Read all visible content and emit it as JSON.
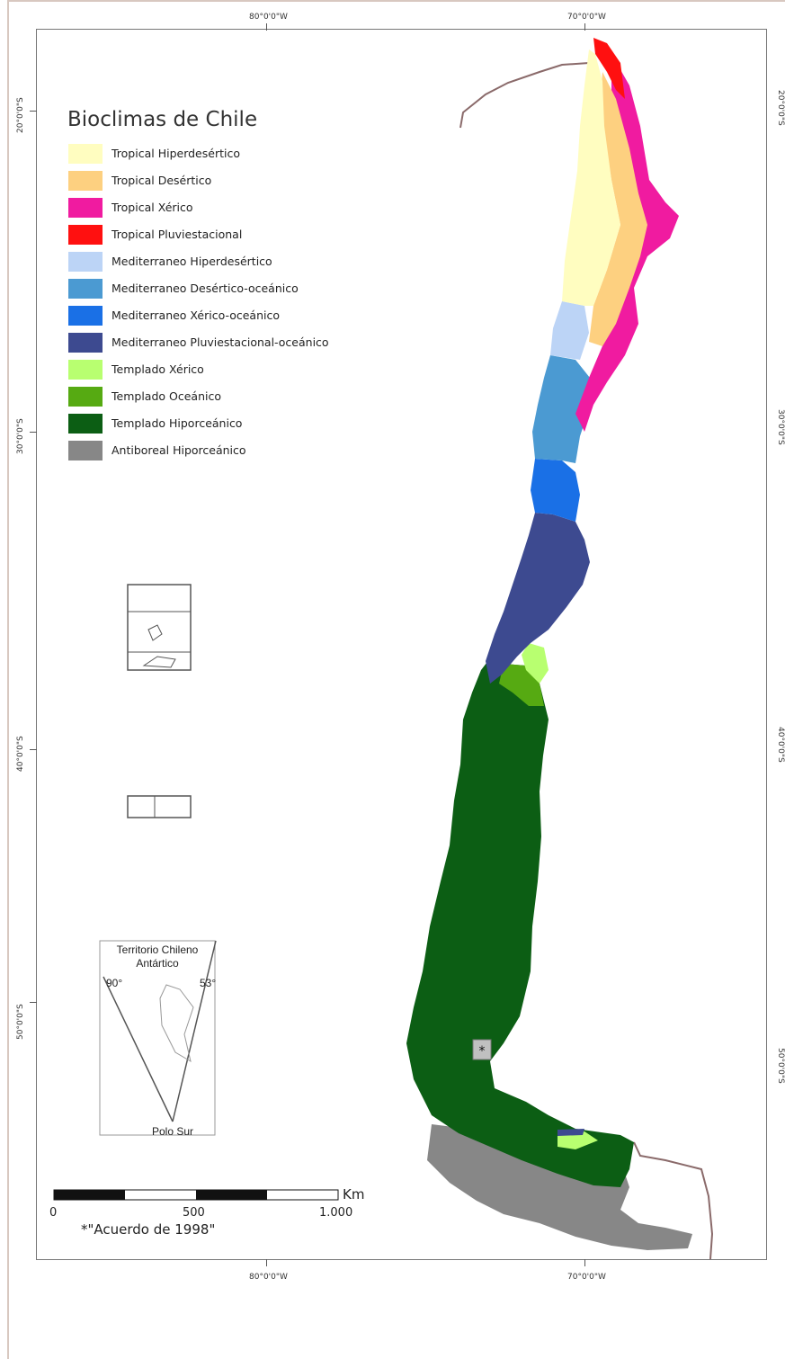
{
  "legend": {
    "title": "Bioclimas de Chile",
    "items": [
      {
        "label": "Tropical Hiperdesértico",
        "color": "#fffdc0"
      },
      {
        "label": "Tropical Desértico",
        "color": "#fdd080"
      },
      {
        "label": "Tropical Xérico",
        "color": "#f01ba0"
      },
      {
        "label": "Tropical Pluviestacional",
        "color": "#ff1010"
      },
      {
        "label": "Mediterraneo Hiperdesértico",
        "color": "#bcd4f6"
      },
      {
        "label": "Mediterraneo Desértico-oceánico",
        "color": "#4b9ad2"
      },
      {
        "label": "Mediterraneo Xérico-oceánico",
        "color": "#1a70e6"
      },
      {
        "label": "Mediterraneo Pluviestacional-oceánico",
        "color": "#3d4a90"
      },
      {
        "label": "Templado Xérico",
        "color": "#b8ff70"
      },
      {
        "label": "Templado Oceánico",
        "color": "#56aa12"
      },
      {
        "label": "Templado Hiporceánico",
        "color": "#0c5e14"
      },
      {
        "label": "Antiboreal Hiporceánico",
        "color": "#878787"
      }
    ]
  },
  "coords": {
    "top_80": "80°0'0\"W",
    "top_70": "70°0'0\"W",
    "bottom_80": "80°0'0\"W",
    "bottom_70": "70°0'0\"W",
    "left_20": "20°0'0\"S",
    "left_30": "30°0'0\"S",
    "left_40": "40°0'0\"S",
    "left_50": "50°0'0\"S",
    "right_20": "20°0'0\"S",
    "right_30": "30°0'0\"S",
    "right_40": "40°0'0\"S",
    "right_50": "50°0'0\"S"
  },
  "inset": {
    "title_line1": "Territorio Chileno",
    "title_line2": "Antártico",
    "lon_left": "90°",
    "lon_right": "53°",
    "pole": "Polo Sur"
  },
  "scale": {
    "label_0": "0",
    "label_500": "500",
    "label_1000": "1.000",
    "unit": "Km"
  },
  "star_marker": "*",
  "footnote": "*\"Acuerdo de 1998\""
}
